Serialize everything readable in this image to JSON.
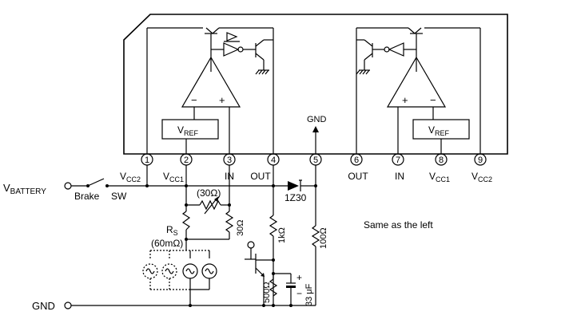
{
  "labels": {
    "gnd_top": "GND",
    "vbattery": "VBATTERY",
    "vbattery_main": "V",
    "vbattery_sub": "BATTERY",
    "brake": "Brake",
    "sw": "SW",
    "gnd_bottom": "GND",
    "same_as_left": "Same as the left"
  },
  "pins": [
    {
      "num": "1",
      "name": "VCC2",
      "main": "V",
      "sub": "CC2"
    },
    {
      "num": "2",
      "name": "VCC1",
      "main": "V",
      "sub": "CC1"
    },
    {
      "num": "3",
      "name": "IN"
    },
    {
      "num": "4",
      "name": "OUT"
    },
    {
      "num": "5",
      "name": ""
    },
    {
      "num": "6",
      "name": "OUT"
    },
    {
      "num": "7",
      "name": "IN"
    },
    {
      "num": "8",
      "name": "VCC1",
      "main": "V",
      "sub": "CC1"
    },
    {
      "num": "9",
      "name": "VCC2",
      "main": "V",
      "sub": "CC2"
    }
  ],
  "vref_left": {
    "main": "V",
    "sub": "REF"
  },
  "vref_right": {
    "main": "V",
    "sub": "REF"
  },
  "opamp_left": {
    "minus": "−",
    "plus": "+"
  },
  "opamp_right": {
    "plus": "+",
    "minus": "−"
  },
  "components": {
    "zener": "1Z30",
    "rs": {
      "main": "R",
      "sub": "S"
    },
    "rs_value": "(60mΩ)",
    "pot": "(30Ω)",
    "r30": "30Ω",
    "r1k": "1kΩ",
    "r100": "100Ω",
    "r500": "500Ω",
    "cap": "33 μF",
    "cap_plus": "+",
    "cap_minus": "−"
  }
}
